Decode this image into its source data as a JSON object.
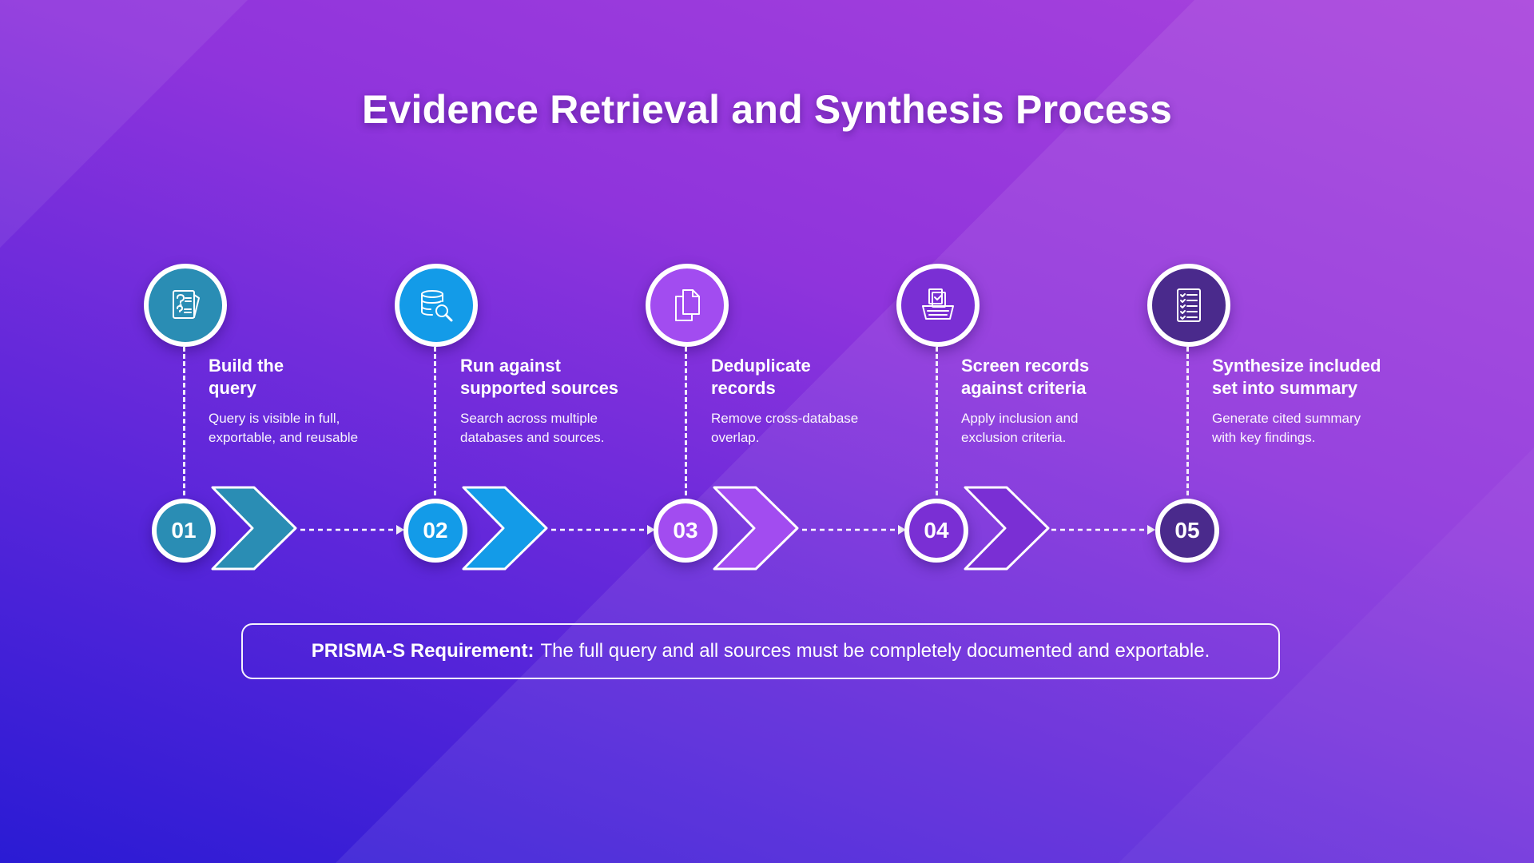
{
  "title": "Evidence Retrieval and Synthesis Process",
  "colors": {
    "step1": "#2a8db4",
    "step2": "#139be8",
    "step3": "#a24cf0",
    "step4": "#7a2fd4",
    "step5": "#4a2a8c"
  },
  "steps": [
    {
      "number": "01",
      "icon": "question-document-icon",
      "title_line1": "Build the",
      "title_line2": "query",
      "desc_line1": "Query is visible in full,",
      "desc_line2": "exportable, and reusable"
    },
    {
      "number": "02",
      "icon": "database-search-icon",
      "title_line1": "Run against",
      "title_line2": "supported sources",
      "desc_line1": "Search across multiple",
      "desc_line2": "databases and sources."
    },
    {
      "number": "03",
      "icon": "duplicate-documents-icon",
      "title_line1": "Deduplicate",
      "title_line2": "records",
      "desc_line1": "Remove cross-database",
      "desc_line2": "overlap."
    },
    {
      "number": "04",
      "icon": "inbox-tray-icon",
      "title_line1": "Screen records",
      "title_line2": "against criteria",
      "desc_line1": "Apply inclusion and",
      "desc_line2": "exclusion criteria."
    },
    {
      "number": "05",
      "icon": "checklist-icon",
      "title_line1": "Synthesize included",
      "title_line2": "set into summary",
      "desc_line1": "Generate cited summary",
      "desc_line2": "with key findings."
    }
  ],
  "note": {
    "label": "PRISMA-S Requirement:",
    "text": "The full query and all sources must be completely documented and exportable."
  }
}
